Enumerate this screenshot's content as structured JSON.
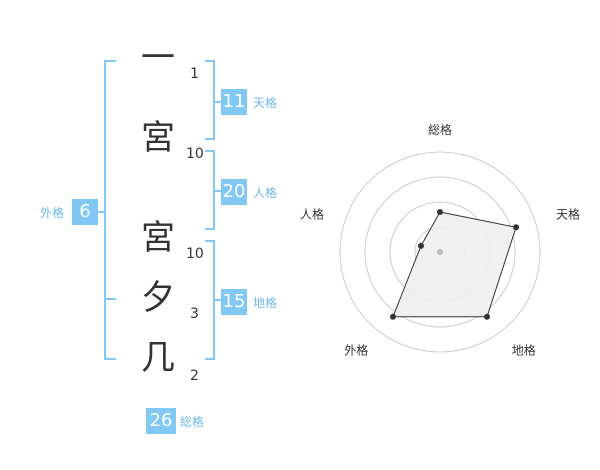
{
  "name": {
    "characters": [
      {
        "char": "一",
        "strokes": "1"
      },
      {
        "char": "宮",
        "strokes": "10"
      },
      {
        "char": "宮",
        "strokes": "10"
      },
      {
        "char": "夕",
        "strokes": "3"
      },
      {
        "char": "几",
        "strokes": "2"
      }
    ]
  },
  "kakusu": {
    "tenkaku": {
      "value": "11",
      "label": "天格"
    },
    "jinkaku": {
      "value": "20",
      "label": "人格"
    },
    "chikaku": {
      "value": "15",
      "label": "地格"
    },
    "gaikaku": {
      "value": "6",
      "label": "外格"
    },
    "soukaku": {
      "value": "26",
      "label": "総格"
    }
  },
  "chart_data": {
    "type": "radar",
    "axes": [
      "総格",
      "天格",
      "地格",
      "外格",
      "人格"
    ],
    "values": [
      2,
      4,
      4,
      4,
      1
    ],
    "max": 5,
    "rings": 4
  },
  "colors": {
    "accent": "#82c8f5",
    "label_blue": "#6fb9e8",
    "text": "#333333",
    "grid": "#cccccc",
    "fill": "#eeeeee"
  }
}
